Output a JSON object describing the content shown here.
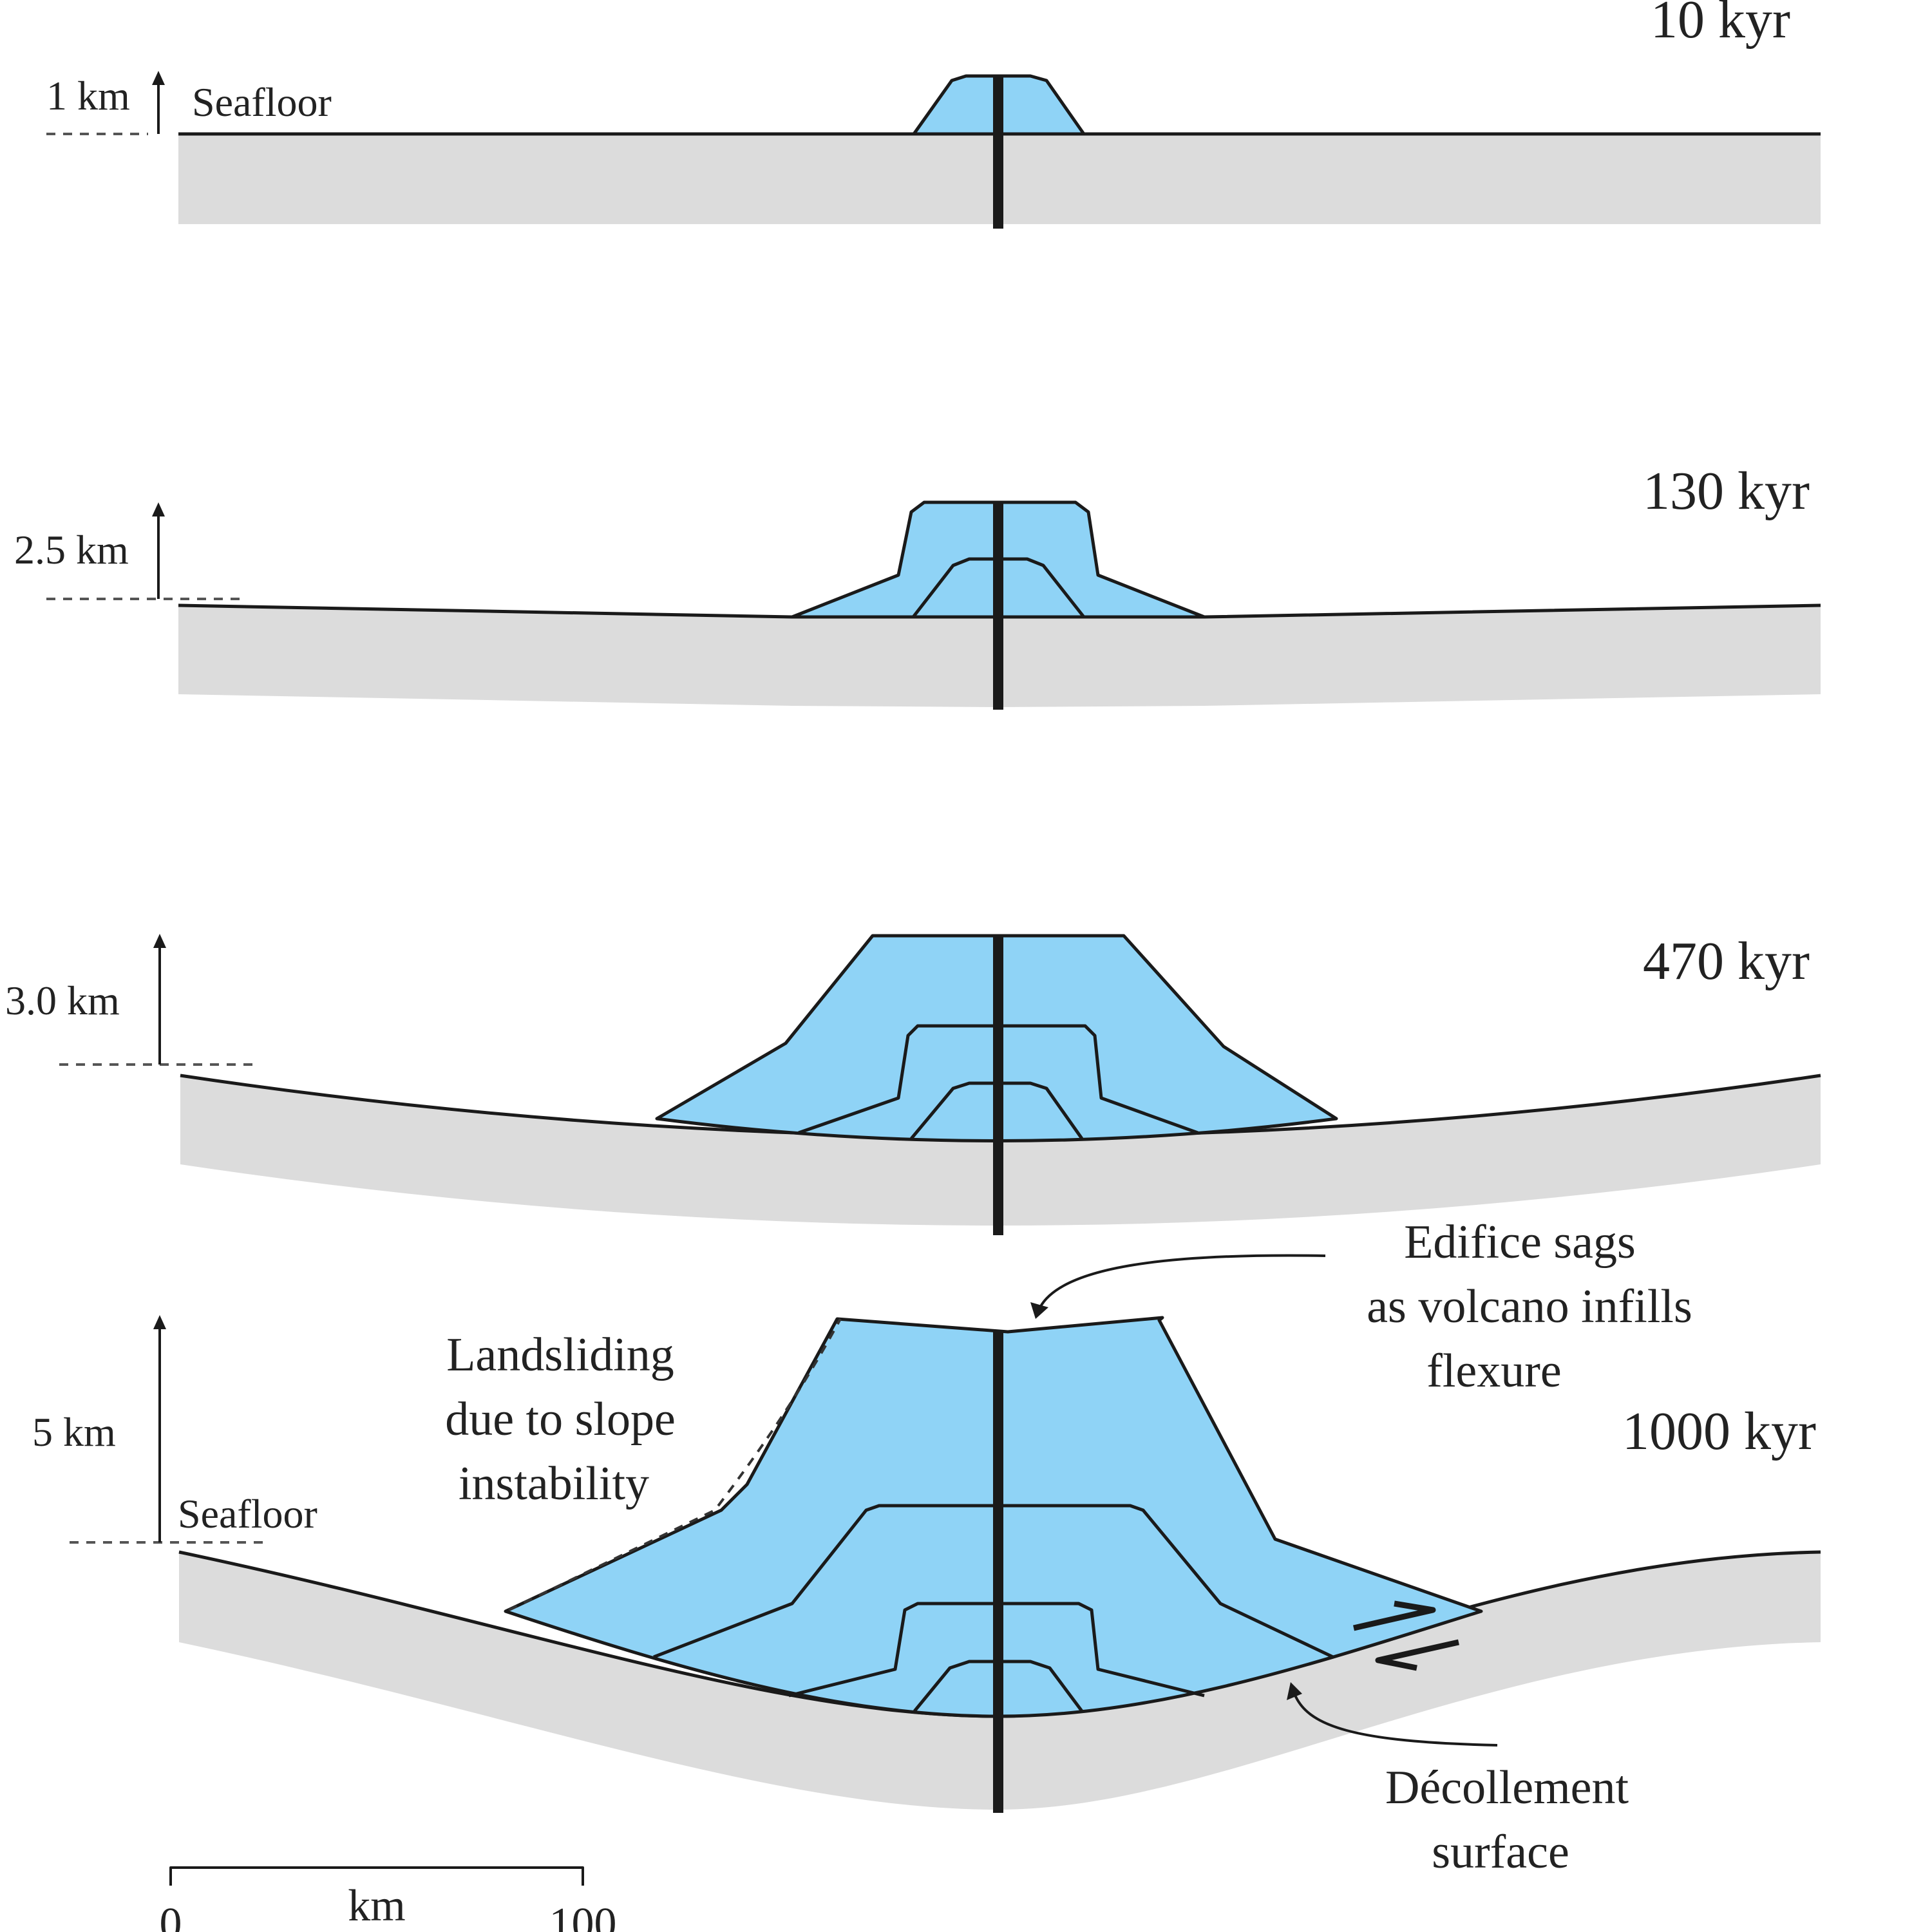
{
  "colors": {
    "crust": "#dcdcdc",
    "volcano": "#8fd3f6",
    "outline": "#1a1a1a"
  },
  "panels": [
    {
      "time": "10 kyr",
      "height_label": "1 km",
      "seafloor_label": "Seafloor"
    },
    {
      "time": "130 kyr",
      "height_label": "2.5 km"
    },
    {
      "time": "470 kyr",
      "height_label": "3.0 km"
    },
    {
      "time": "1000 kyr",
      "height_label": "5 km",
      "seafloor_label": "Seafloor"
    }
  ],
  "annotations": {
    "landsliding": [
      "Landsliding",
      "due to slope",
      "instability"
    ],
    "edifice": [
      "Edifice sags",
      "as volcano infills",
      "flexure"
    ],
    "decollement": [
      "Décollement",
      "surface"
    ]
  },
  "scale_bar": {
    "unit": "km",
    "min": "0",
    "max": "100"
  }
}
